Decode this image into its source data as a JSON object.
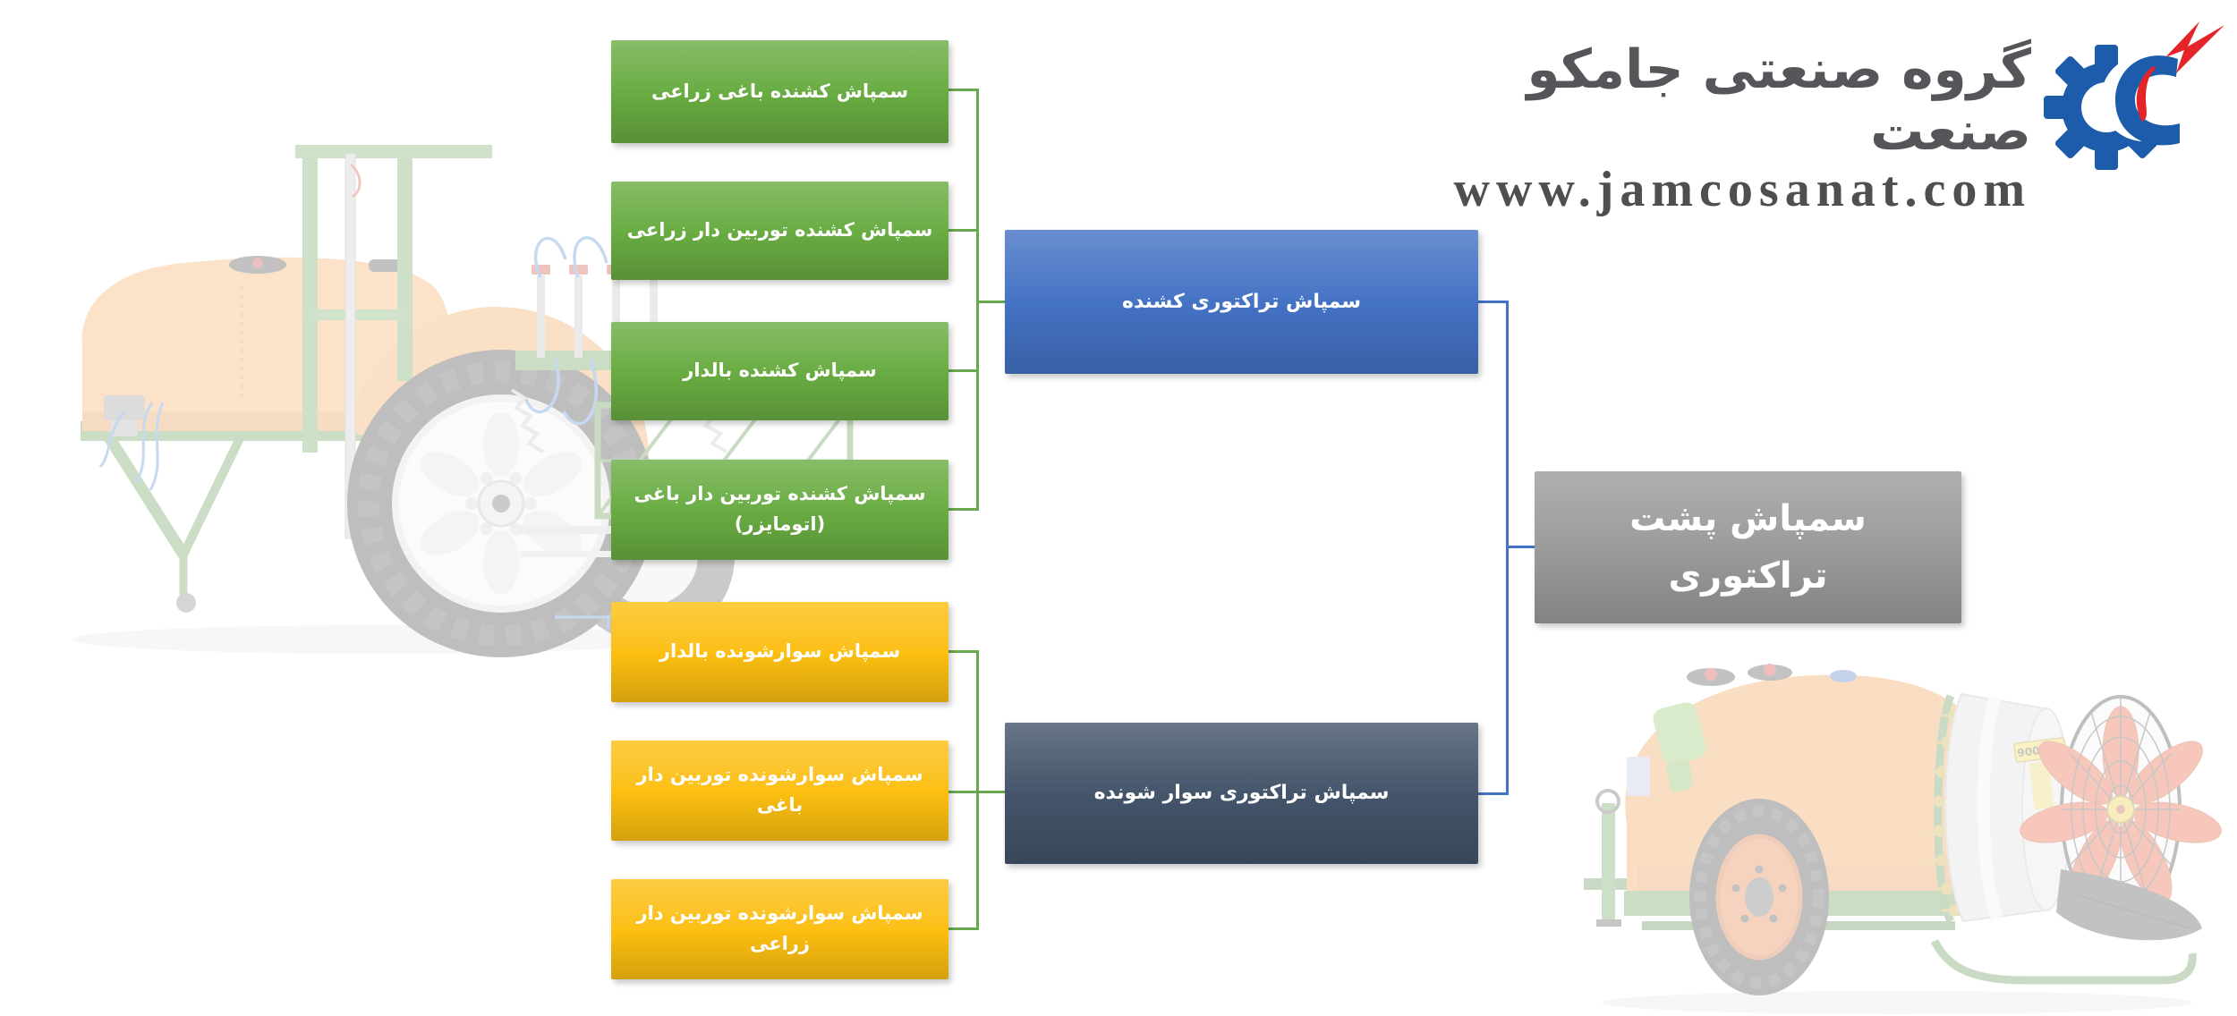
{
  "brand": {
    "name": "گروه صنعتی جامکو صنعت",
    "url": "www.jamcosanat.com",
    "logo": {
      "gear_color": "#1d5cab",
      "bolt_color": "#e42429"
    }
  },
  "diagram": {
    "root": {
      "label": "سمپاش پشت تراکتوری",
      "color": "#9b9b9b"
    },
    "branches": [
      {
        "label": "سمپاش تراکتوری کشنده",
        "color": "#4472c4",
        "children": [
          "سمپاش کشنده باغی زراعی",
          "سمپاش کشنده توربین دار زراعی",
          "سمپاش کشنده بالدار",
          "سمپاش کشنده توربین دار باغی (اتومایزر)"
        ]
      },
      {
        "label": "سمپاش تراکتوری سوار شونده",
        "color": "#44546a",
        "children": [
          "سمپاش سوارشونده بالدار",
          "سمپاش سوارشونده توربین دار باغی",
          "سمپاش سوارشونده توربین دار زراعی"
        ]
      }
    ],
    "child_colors": {
      "towed_group": "#69ac42",
      "mounted_group": "#fcbf10"
    },
    "connector_colors": {
      "green": "#6aa84f",
      "blue": "#4472c4"
    }
  },
  "images": {
    "left": {
      "description": "Faded photo of a trailed field sprayer: orange tank, green frame, white-rim wheel, spray boom"
    },
    "right": {
      "description": "Faded photo of a turbine orchard sprayer: orange tank, steel fan housing, orange fan blades",
      "fan_label": "900X10"
    }
  }
}
